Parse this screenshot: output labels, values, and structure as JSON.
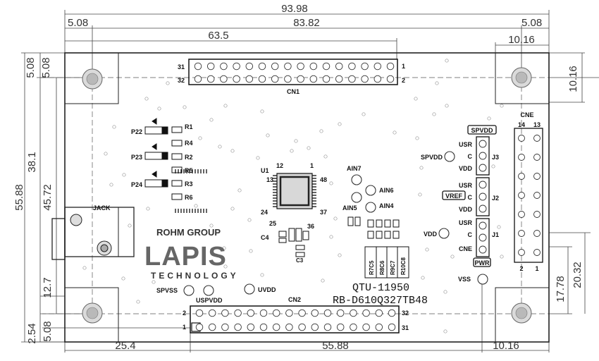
{
  "dimensions": {
    "overall_width": "93.98",
    "left_margin_top": "5.08",
    "inner_width": "83.82",
    "right_margin_top": "5.08",
    "cn1_offset": "63.5",
    "cne_width": "10.16",
    "right_hole_dim": "10.16",
    "left_hole_dim": "5.08",
    "left_small": "5.08",
    "height_total": "55.88",
    "height_mid": "45.72",
    "height_hole": "38.1",
    "height_jack": "12.7",
    "bottom_small": "2.54",
    "bottom_small2": "5.08",
    "bottom_left": "25.4",
    "bottom_mid": "55.88",
    "bottom_right": "10.16",
    "right_17": "17.78",
    "right_20": "20.32"
  },
  "connectors": {
    "cn1": "CN1",
    "cn1_pin31": "31",
    "cn1_pin32": "32",
    "cn1_pin1": "1",
    "cn1_pin2": "2",
    "cn2": "CN2",
    "cn2_pin2": "2",
    "cn2_pin1": "1",
    "cn2_pin32": "32",
    "cn2_pin31": "31",
    "cne": "CNE",
    "cne_14": "14",
    "cne_13": "13",
    "cne_2": "2",
    "cne_1": "1"
  },
  "components": {
    "p22": "P22",
    "p23": "P23",
    "p24": "P24",
    "r1": "R1",
    "r2": "R2",
    "r3": "R3",
    "r4": "R4",
    "r5": "R5",
    "r6": "R6",
    "jack": "JACK",
    "u1": "U1",
    "u1_12": "12",
    "u1_1": "1",
    "u1_13": "13",
    "u1_48": "48",
    "u1_24": "24",
    "u1_37": "37",
    "u1_25": "25",
    "u1_36": "36",
    "c4": "C4",
    "c3": "C3",
    "ain7": "AIN7",
    "ain6": "AIN6",
    "ain5": "AIN5",
    "ain4": "AIN4",
    "r7c5": "R7C5",
    "r8c6": "R8C6",
    "r9c7": "R9C7",
    "r10c8": "R10C8",
    "spvdd_box": "SPVDD",
    "spvdd": "SPVDD",
    "usr1": "USR",
    "c1": "C",
    "vdd1": "VDD",
    "j3": "J3",
    "vref": "VREF",
    "usr2": "USR",
    "c2": "C",
    "vdd2": "VDD",
    "j2": "J2",
    "vdd_tp": "VDD",
    "usr3": "USR",
    "c3j": "C",
    "cne_j": "CNE",
    "j1": "J1",
    "pwr": "PWR",
    "vss": "VSS",
    "spvss": "SPVSS",
    "uspvdd": "USPVDD",
    "uvdd": "UVDD"
  },
  "branding": {
    "rohm": "ROHM GROUP",
    "lapis": "LAPIS",
    "tech": "TECHNOLOGY",
    "model1": "QTU-11950",
    "model2": "RB-D610Q327TB48"
  }
}
